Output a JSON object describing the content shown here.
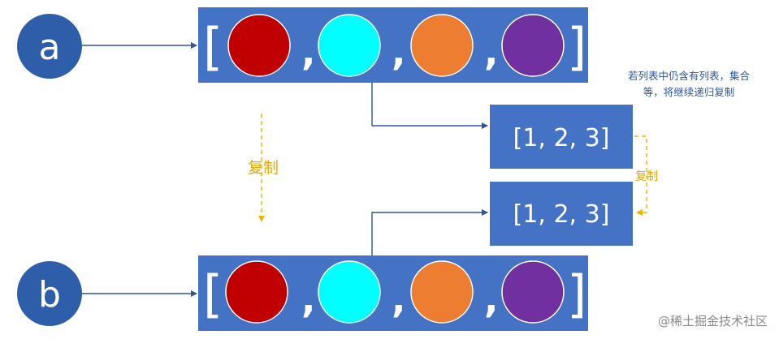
{
  "colors": {
    "variable_fill": "#2E5EAA",
    "box_fill": "#4472C4",
    "line": "#2F5597",
    "copy_arrow": "#F2B200",
    "copy_text": "#E6A800",
    "note_text": "#2F5597",
    "ball_colors": [
      "#C00000",
      "#00FFFF",
      "#ED7D31",
      "#7030A0"
    ]
  },
  "variables": {
    "a": "a",
    "b": "b"
  },
  "list_a": {
    "open": "[",
    "close": "]",
    "separator": ",",
    "items": [
      "red-ball",
      "cyan-ball",
      "orange-ball",
      "purple-ball"
    ]
  },
  "list_b": {
    "open": "[",
    "close": "]",
    "separator": ",",
    "items": [
      "red-ball",
      "cyan-ball",
      "orange-ball",
      "purple-ball"
    ]
  },
  "sublist_original": {
    "text": "[1, 2, 3]"
  },
  "sublist_copy": {
    "text": "[1, 2, 3]"
  },
  "copy_label_main": "复制",
  "copy_label_sub": "复制",
  "note": {
    "line1": "若列表中仍含有列表，集合",
    "line2": "等，将继续递归复制"
  },
  "watermark": "@稀土掘金技术社区"
}
